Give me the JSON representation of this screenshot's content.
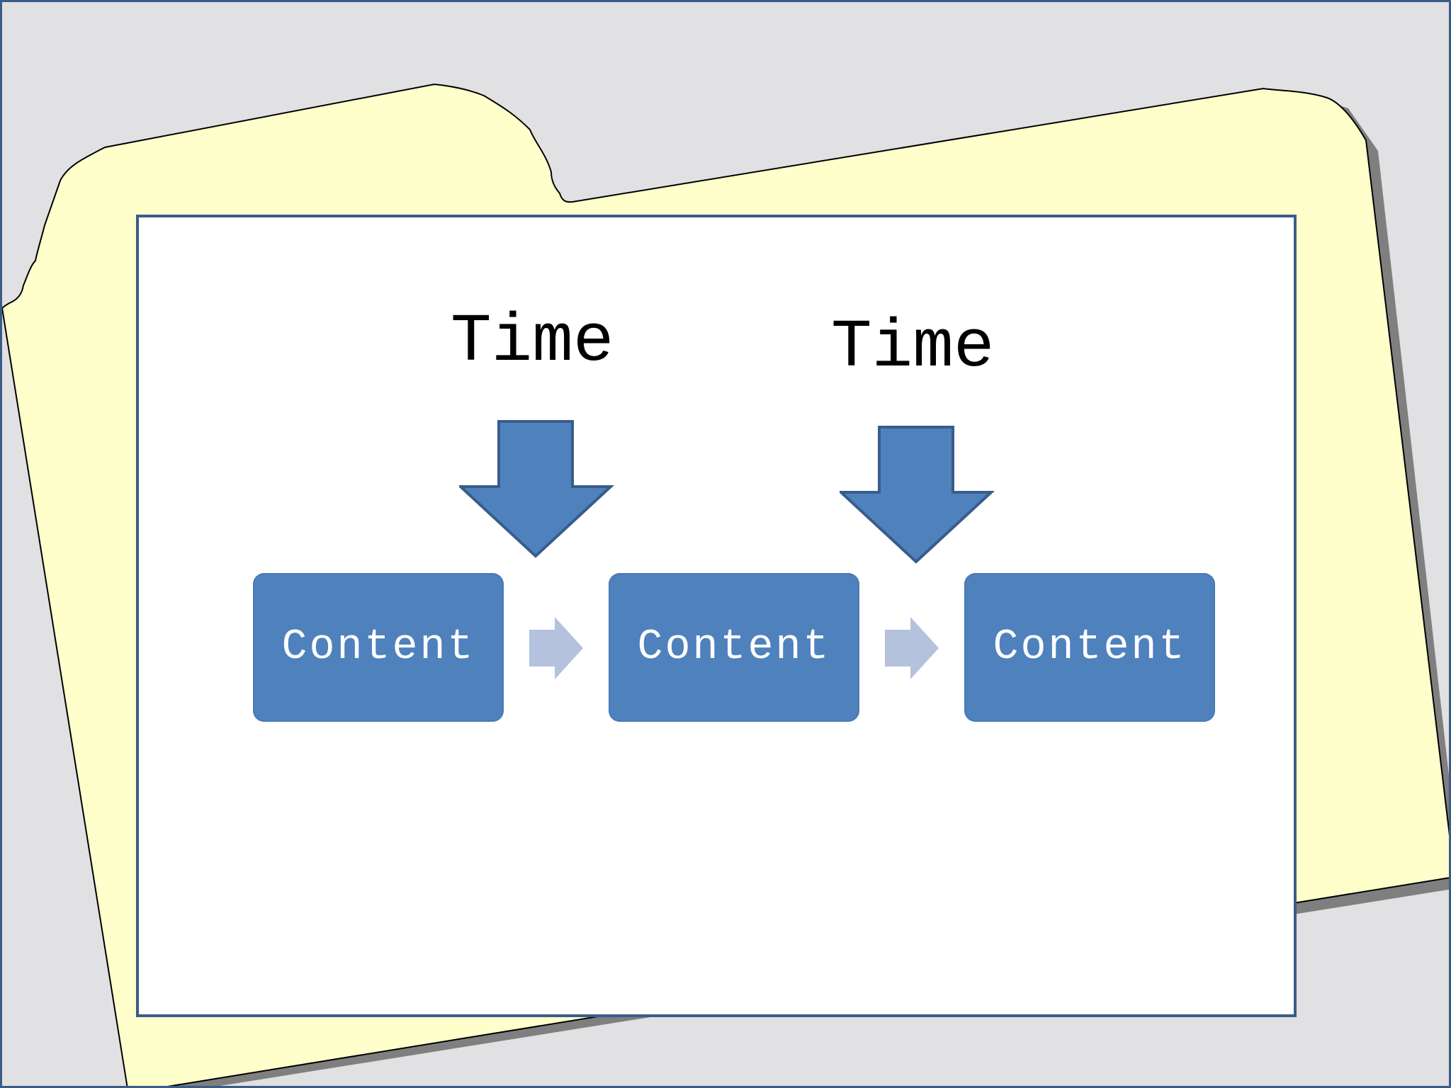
{
  "diagram": {
    "time_labels": [
      "Time",
      "Time"
    ],
    "content_boxes": [
      "Content",
      "Content",
      "Content"
    ],
    "colors": {
      "box_fill": "#4f81bd",
      "arrow_outline": "#385d8a",
      "connector_arrow": "#b4c2de",
      "folder_fill": "#ffffcc",
      "slide_border": "#3c5c88",
      "background": "#e1e0e2"
    }
  }
}
